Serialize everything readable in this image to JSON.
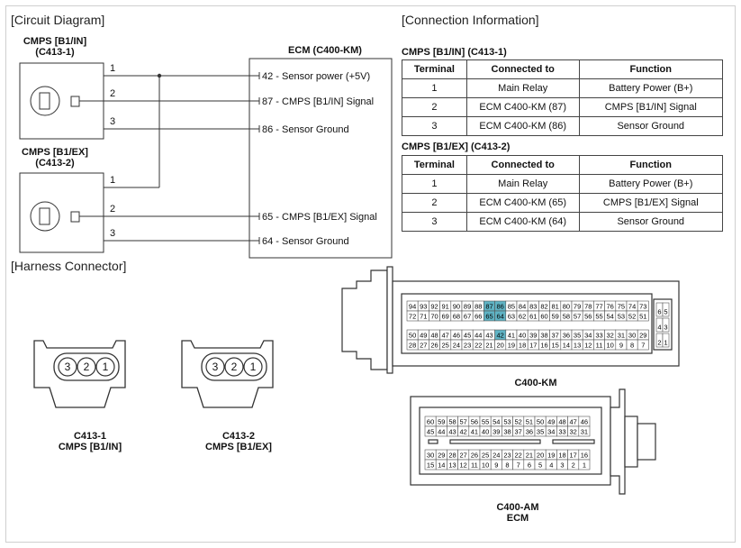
{
  "sections": {
    "circuit": "[Circuit Diagram]",
    "connection": "[Connection Information]",
    "harness": "[Harness Connector]"
  },
  "circuit": {
    "cmps_in": {
      "line1": "CMPS [B1/IN]",
      "line2": "(C413-1)"
    },
    "cmps_ex": {
      "line1": "CMPS [B1/EX]",
      "line2": "(C413-2)"
    },
    "ecm_title": "ECM (C400-KM)",
    "wire_nums": [
      "1",
      "2",
      "3",
      "1",
      "2",
      "3"
    ],
    "ecm_pins": [
      "42 - Sensor power (+5V)",
      "87 - CMPS [B1/IN] Signal",
      "86 - Sensor Ground",
      "65 - CMPS [B1/EX] Signal",
      "64 - Sensor Ground"
    ]
  },
  "connection": {
    "headers": [
      "Terminal",
      "Connected to",
      "Function"
    ],
    "tables": [
      {
        "title": "CMPS [B1/IN] (C413-1)",
        "rows": [
          [
            "1",
            "Main Relay",
            "Battery Power (B+)"
          ],
          [
            "2",
            "ECM C400-KM (87)",
            "CMPS [B1/IN] Signal"
          ],
          [
            "3",
            "ECM C400-KM (86)",
            "Sensor Ground"
          ]
        ]
      },
      {
        "title": "CMPS [B1/EX] (C413-2)",
        "rows": [
          [
            "1",
            "Main Relay",
            "Battery Power (B+)"
          ],
          [
            "2",
            "ECM C400-KM (65)",
            "CMPS [B1/EX] Signal"
          ],
          [
            "3",
            "ECM C400-KM (64)",
            "Sensor Ground"
          ]
        ]
      }
    ]
  },
  "harness": {
    "c413_1": {
      "pins": [
        "3",
        "2",
        "1"
      ],
      "name": "C413-1",
      "sub": "CMPS [B1/IN]"
    },
    "c413_2": {
      "pins": [
        "3",
        "2",
        "1"
      ],
      "name": "C413-2",
      "sub": "CMPS [B1/EX]"
    },
    "km": {
      "name": "C400-KM",
      "rows": [
        [
          "94",
          "93",
          "92",
          "91",
          "90",
          "89",
          "88",
          "87",
          "86",
          "85",
          "84",
          "83",
          "82",
          "81",
          "80",
          "79",
          "78",
          "77",
          "76",
          "75",
          "74",
          "73"
        ],
        [
          "72",
          "71",
          "70",
          "69",
          "68",
          "67",
          "66",
          "65",
          "64",
          "63",
          "62",
          "61",
          "60",
          "59",
          "58",
          "57",
          "56",
          "55",
          "54",
          "53",
          "52",
          "51"
        ],
        [
          "50",
          "49",
          "48",
          "47",
          "46",
          "45",
          "44",
          "43",
          "42",
          "41",
          "40",
          "39",
          "38",
          "37",
          "36",
          "35",
          "34",
          "33",
          "32",
          "31",
          "30",
          "29"
        ],
        [
          "28",
          "27",
          "26",
          "25",
          "24",
          "23",
          "22",
          "21",
          "20",
          "19",
          "18",
          "17",
          "16",
          "15",
          "14",
          "13",
          "12",
          "11",
          "10",
          "9",
          "8",
          "7"
        ]
      ],
      "side_rows": [
        [
          "6",
          "5"
        ],
        [
          "4",
          "3"
        ],
        [
          "2",
          "1"
        ]
      ],
      "highlight": [
        "87",
        "86",
        "65",
        "64",
        "42"
      ],
      "highlight_color": "#5fb3c4"
    },
    "am": {
      "name": "C400-AM",
      "sub": "ECM",
      "rows": [
        [
          "60",
          "59",
          "58",
          "57",
          "56",
          "55",
          "54",
          "53",
          "52",
          "51",
          "50",
          "49",
          "48",
          "47",
          "46"
        ],
        [
          "45",
          "44",
          "43",
          "42",
          "41",
          "40",
          "39",
          "38",
          "37",
          "36",
          "35",
          "34",
          "33",
          "32",
          "31"
        ],
        [
          "30",
          "29",
          "28",
          "27",
          "26",
          "25",
          "24",
          "23",
          "22",
          "21",
          "20",
          "19",
          "18",
          "17",
          "16"
        ],
        [
          "15",
          "14",
          "13",
          "12",
          "11",
          "10",
          "9",
          "8",
          "7",
          "6",
          "5",
          "4",
          "3",
          "2",
          "1"
        ]
      ]
    }
  }
}
